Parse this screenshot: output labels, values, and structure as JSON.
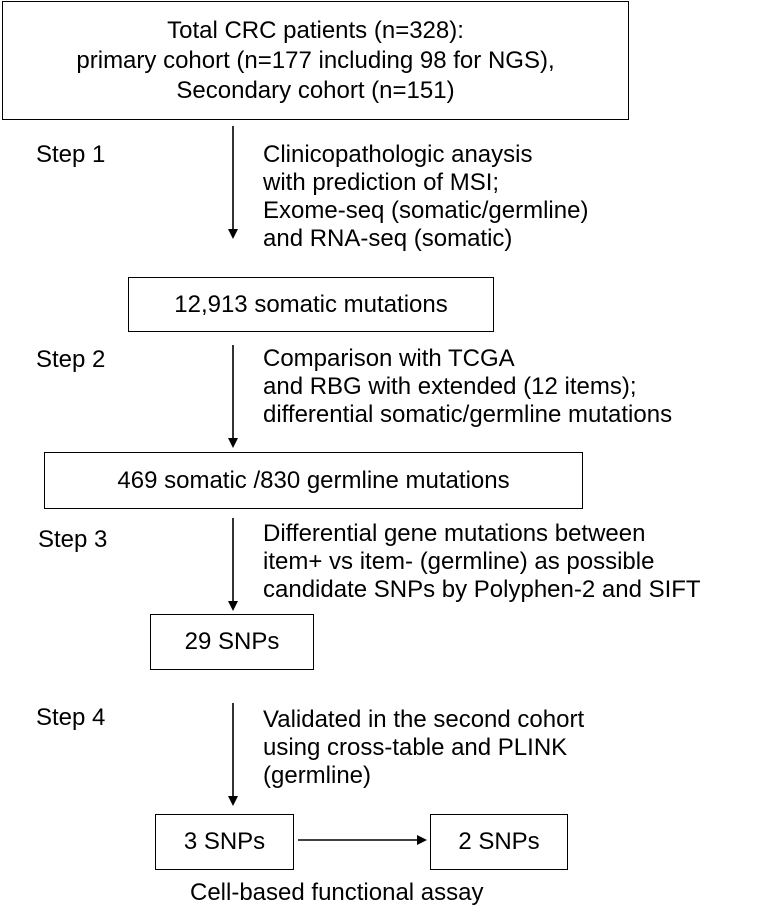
{
  "boxes": {
    "total": {
      "lines": [
        "Total CRC patients (n=328):",
        "primary cohort (n=177 including 98 for NGS),",
        "Secondary cohort (n=151)"
      ]
    },
    "somatic": "12,913 somatic mutations",
    "somatic_germline": "469 somatic /830 germline mutations",
    "snps29": "29 SNPs",
    "snps3": "3 SNPs",
    "snps2": "2 SNPs"
  },
  "steps": [
    {
      "label": "Step 1",
      "lines": [
        "Clinicopathologic anaysis",
        "with prediction of MSI;",
        "Exome-seq (somatic/germline)",
        "and RNA-seq (somatic)"
      ]
    },
    {
      "label": "Step 2",
      "lines": [
        "Comparison with TCGA",
        "and RBG with extended (12 items);",
        "differential somatic/germline mutations"
      ]
    },
    {
      "label": "Step 3",
      "lines": [
        "Differential gene mutations between",
        "item+ vs item- (germline) as possible",
        "candidate SNPs by Polyphen-2 and SIFT"
      ]
    },
    {
      "label": "Step 4",
      "lines": [
        "Validated in the second cohort",
        "using cross-table and PLINK",
        "(germline)"
      ]
    }
  ],
  "caption": "Cell-based functional assay"
}
